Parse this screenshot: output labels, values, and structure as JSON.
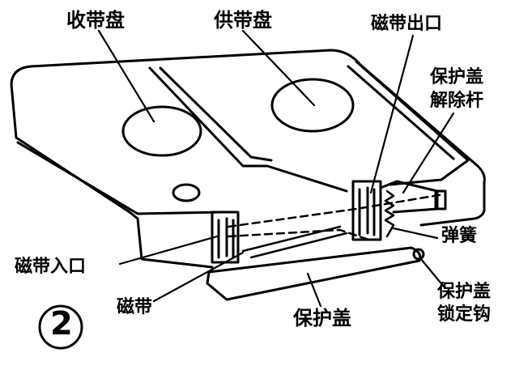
{
  "labels": {
    "take_up_reel": "收带盘",
    "supply_reel": "供带盘",
    "tape_exit": "磁带出口",
    "cover_release_line1": "保护盖",
    "cover_release_line2": "解除杆",
    "spring": "弹簧",
    "tape_entry": "磁带入口",
    "tape": "磁带",
    "protective_cover": "保护盖",
    "cover_lock_line1": "保护盖",
    "cover_lock_line2": "锁定钩"
  },
  "figure_number": "2"
}
